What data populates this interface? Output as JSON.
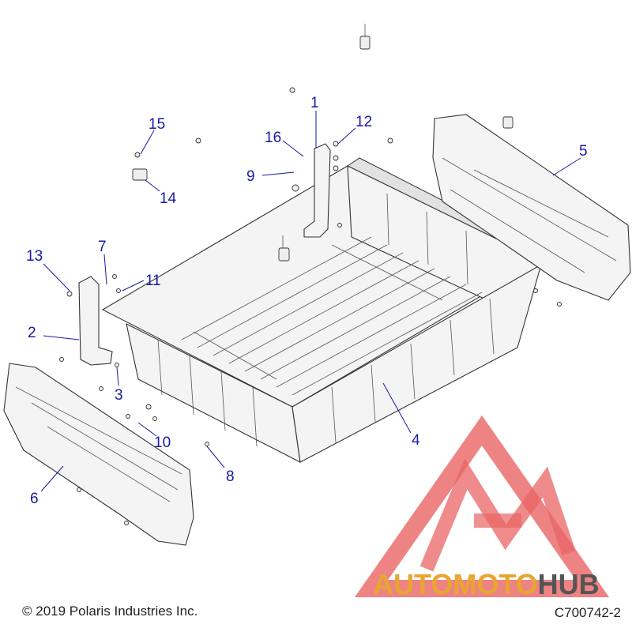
{
  "callouts": [
    {
      "id": "c1",
      "label": "1"
    },
    {
      "id": "c2",
      "label": "2"
    },
    {
      "id": "c3",
      "label": "3"
    },
    {
      "id": "c4",
      "label": "4"
    },
    {
      "id": "c5",
      "label": "5"
    },
    {
      "id": "c6",
      "label": "6"
    },
    {
      "id": "c7",
      "label": "7"
    },
    {
      "id": "c8",
      "label": "8"
    },
    {
      "id": "c9",
      "label": "9"
    },
    {
      "id": "c10",
      "label": "10"
    },
    {
      "id": "c11",
      "label": "11"
    },
    {
      "id": "c12",
      "label": "12"
    },
    {
      "id": "c13",
      "label": "13"
    },
    {
      "id": "c14",
      "label": "14"
    },
    {
      "id": "c15",
      "label": "15"
    },
    {
      "id": "c16",
      "label": "16"
    }
  ],
  "footer": {
    "copyright": "© 2019 Polaris Industries Inc.",
    "drawing_number": "C700742-2"
  },
  "watermark": {
    "text_part1": "AUTOMOTO",
    "text_part2": "HUB",
    "color_accent": "#e8a530",
    "color_logo": "#e64a4a",
    "color_dark": "#444444"
  },
  "colors": {
    "callout": "#1a1aa6",
    "linework": "#333333"
  }
}
